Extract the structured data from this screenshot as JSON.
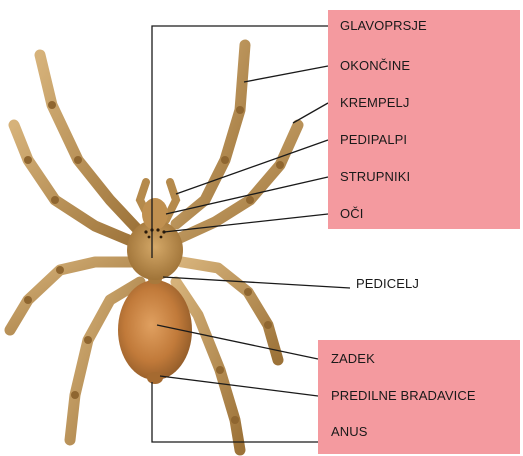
{
  "diagram": {
    "colors": {
      "highlight_box": "#f49a9f",
      "leader_line": "#1a1a1a",
      "spider_body": "#b98a4a",
      "spider_abdomen": "#c47a3c"
    },
    "image": {
      "subject": "spider-illustration"
    },
    "top_group_labels": [
      "GLAVOPRSJE",
      "OKONČINE",
      "KREMPELJ",
      "PEDIPALPI",
      "STRUPNIKI",
      "OČI"
    ],
    "middle_label": "PEDICELJ",
    "bottom_group_labels": [
      "ZADEK",
      "PREDILNE BRADAVICE",
      "ANUS"
    ]
  }
}
